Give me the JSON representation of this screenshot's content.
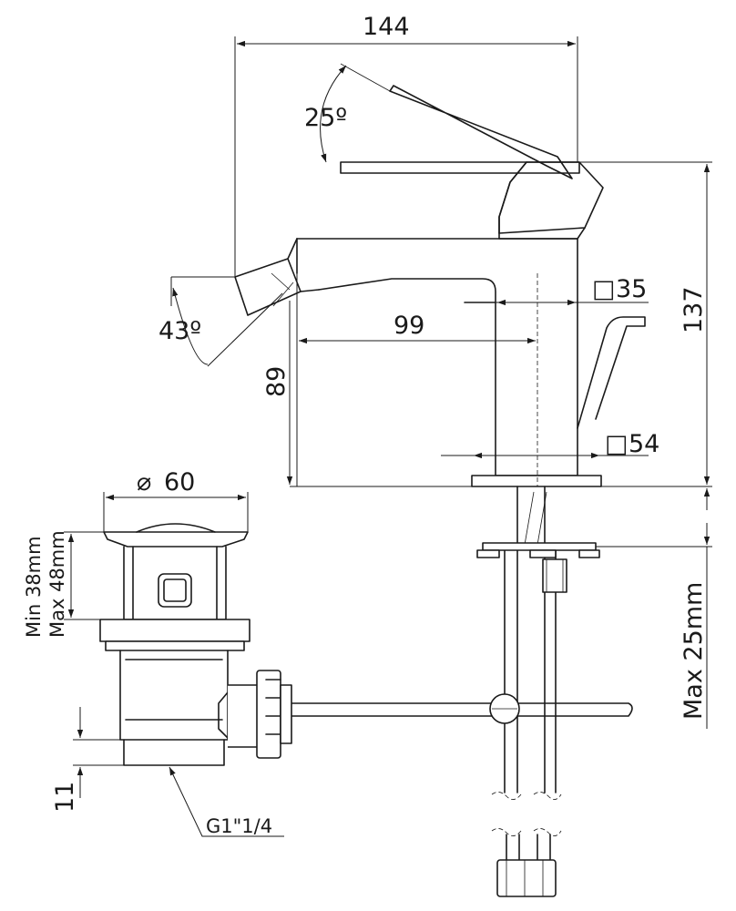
{
  "dimensions": {
    "overall_width": "144",
    "lever_angle": "25º",
    "spray_angle": "43º",
    "body_size": "35",
    "reach": "99",
    "height_total": "137",
    "spout_height": "89",
    "base_size": "54",
    "drain_diameter": "60",
    "drain_height_min": "Min 38mm",
    "drain_height_max": "Max 48mm",
    "thread_length": "11",
    "thread": "G1\"1/4",
    "counter_thickness": "Max 25mm"
  },
  "symbols": {
    "square": "□",
    "diameter": "⌀"
  }
}
